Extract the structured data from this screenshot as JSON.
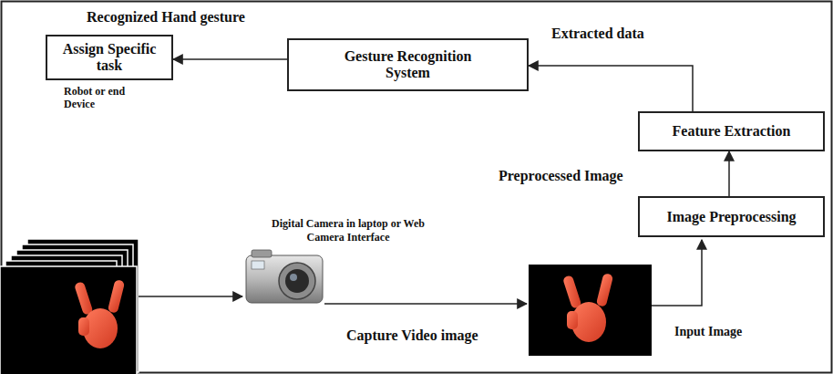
{
  "diagram": {
    "nodes": [
      {
        "text": [
          "Assign Specific task"
        ]
      },
      {
        "text": [
          "Gesture Recognition System"
        ]
      },
      {
        "text": [
          "Feature Extraction"
        ]
      },
      {
        "text": [
          "Image Preprocessing"
        ]
      }
    ],
    "edges": [
      {
        "from": 1,
        "to": 0,
        "arrow": "to"
      },
      {
        "from": 2,
        "to": 1,
        "arrow": "to",
        "label": "Extracted data"
      },
      {
        "from": 3,
        "to": 2,
        "arrow": "to",
        "label": "Preprocessed Image"
      }
    ],
    "labels": [
      "Recognized Hand gesture",
      "Robot or end Device",
      "Digital Camera in laptop or Web Camera Interface",
      "Capture Video image",
      "Input Image"
    ]
  }
}
